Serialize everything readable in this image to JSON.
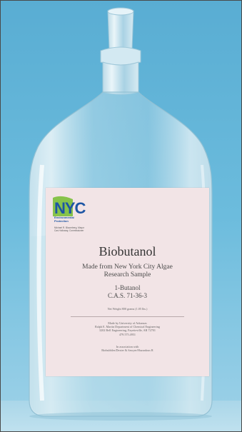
{
  "label": {
    "logo_text": "NYC",
    "logo_sub_1": "Environmental",
    "logo_sub_2": "Protection",
    "mayor_1": "Michael R. Bloomberg, Mayor",
    "mayor_2": "Cas Holloway, Commissioner",
    "title": "Biobutanol",
    "made_1": "Made from New York City Algae",
    "made_2": "Research Sample",
    "chem_1": "1-Butanol",
    "chem_2": "C.A.S. 71-36-3",
    "net_weight": "Net Weight 800 grams (1.05 lbs.)",
    "maker_1": "Made by University of Arkansas",
    "maker_2": "Ralph E. Martin Department of Chemical Engineering",
    "maker_3": "3202 Bell Engineering, Fayetteville, AR 72701",
    "maker_4": "479.575.4951",
    "assoc_1": "In association with",
    "assoc_2": "Biobubbles/Dexter & Sawyer/Hazardous R"
  },
  "colors": {
    "background": "#6fbfdf",
    "label": "#f2e4e6",
    "logo_blue": "#1d55a4",
    "logo_green": "#7bbf3a"
  }
}
